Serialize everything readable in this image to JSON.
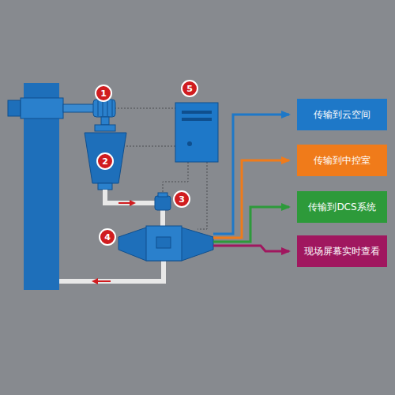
{
  "diagram": {
    "nodes": [
      {
        "text": [
          "传输到云空间"
        ]
      },
      {
        "text": [
          "传输到中控室"
        ]
      },
      {
        "text": [
          "传输到DCS系统"
        ]
      },
      {
        "text": [
          "现场屏幕实时查看"
        ]
      }
    ],
    "labels": [
      "1",
      "2",
      "3",
      "4",
      "5"
    ]
  }
}
